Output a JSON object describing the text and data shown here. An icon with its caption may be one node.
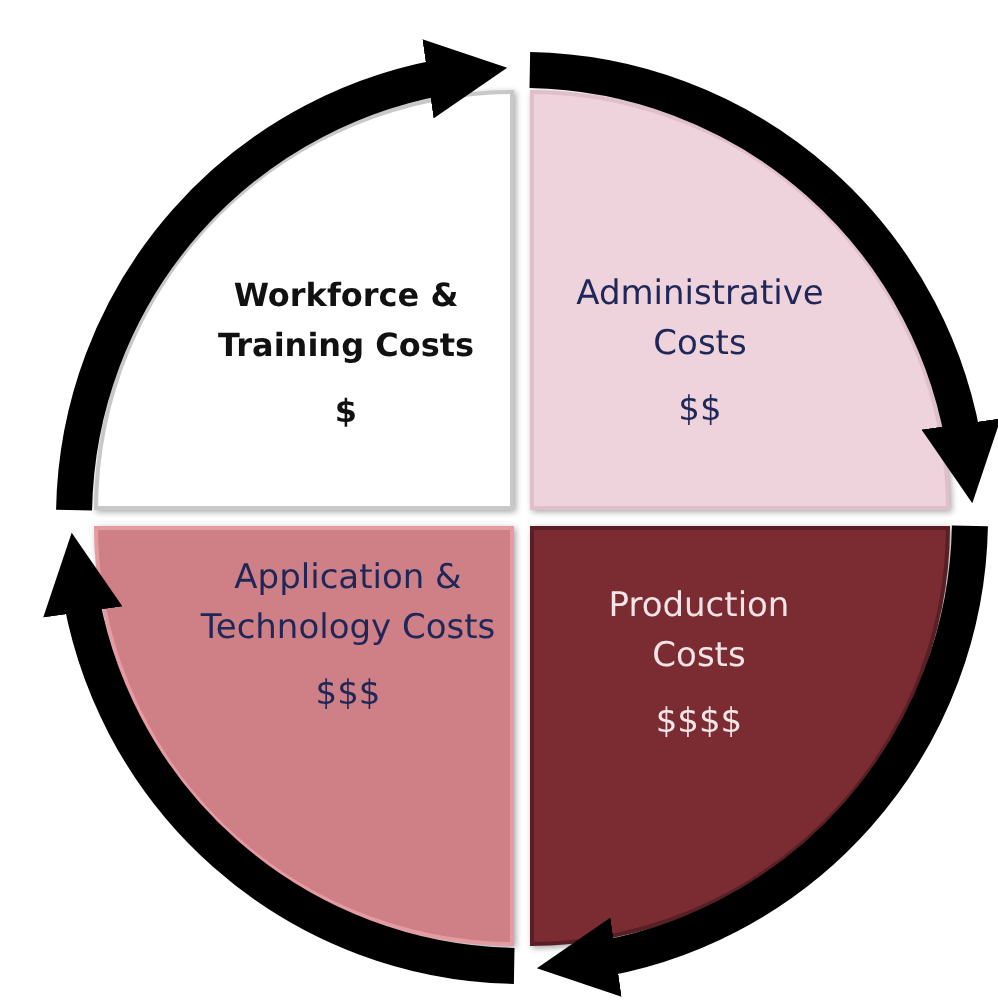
{
  "diagram": {
    "nodes": [
      {
        "text": [
          "Workforce  & Training Costs",
          "$"
        ]
      },
      {
        "text": [
          "Administrative Costs",
          "$$"
        ]
      },
      {
        "text": [
          "Application & Technology Costs",
          "$$$"
        ]
      },
      {
        "text": [
          "Production Costs",
          "$$$$"
        ]
      }
    ],
    "edges": [
      {
        "from": 0,
        "to": 1,
        "arrow": "to"
      },
      {
        "from": 1,
        "to": 3,
        "arrow": "to"
      },
      {
        "from": 3,
        "to": 2,
        "arrow": "to"
      },
      {
        "from": 2,
        "to": 0,
        "arrow": "to"
      }
    ]
  }
}
